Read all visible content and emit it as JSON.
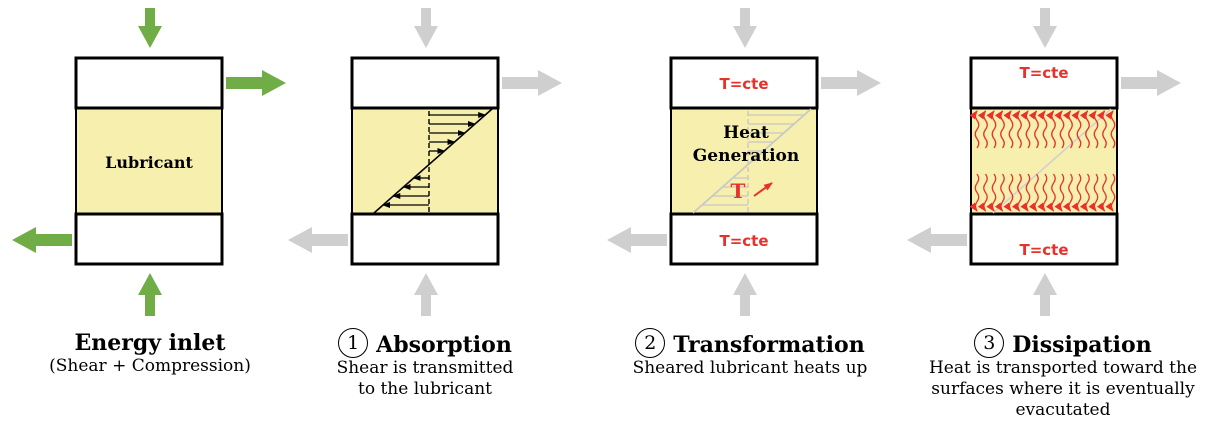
{
  "colors": {
    "lubricant": "#f7efad",
    "active_arrow": "#70ad47",
    "inactive_arrow": "#cfcfcf",
    "heat": "#e8312a",
    "outline": "#000000"
  },
  "panels": [
    {
      "id": "energy-inlet",
      "number": "",
      "title": "Energy inlet",
      "subtitle_lines": [
        "(Shear + Compression)"
      ],
      "center_label": "Lubricant",
      "arrows_active": true
    },
    {
      "id": "absorption",
      "number": "1",
      "title": "Absorption",
      "subtitle_lines": [
        "Shear is transmitted",
        "to the lubricant"
      ],
      "arrows_active": false
    },
    {
      "id": "transformation",
      "number": "2",
      "title": "Transformation",
      "subtitle_lines": [
        "Sheared lubricant heats up"
      ],
      "top_plate_label": "T=cte",
      "bottom_plate_label": "T=cte",
      "center_label_lines": [
        "Heat",
        "Generation"
      ],
      "temp_label": "T",
      "arrows_active": false
    },
    {
      "id": "dissipation",
      "number": "3",
      "title": "Dissipation",
      "subtitle_lines": [
        "Heat is transported toward the",
        "surfaces where it is eventually",
        "evacutated"
      ],
      "top_plate_label": "T=cte",
      "bottom_plate_label": "T=cte",
      "arrows_active": false
    }
  ]
}
